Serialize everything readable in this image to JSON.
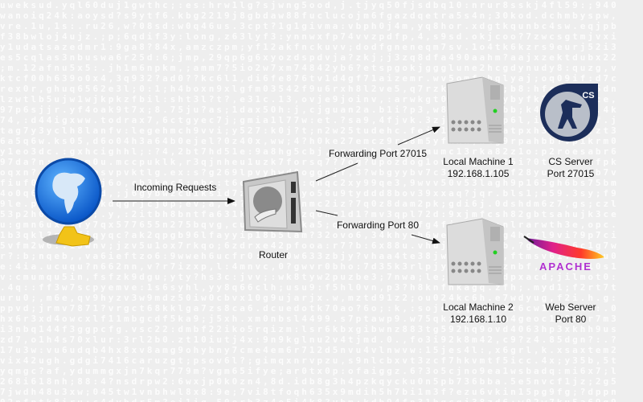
{
  "diagram": {
    "nodes": {
      "internet": {
        "icon": "globe-icon"
      },
      "router": {
        "label": "Router",
        "icon": "router-icon"
      },
      "machine1": {
        "name": "Local Machine 1",
        "ip": "192.168.1.105",
        "icon": "server-icon"
      },
      "machine2": {
        "name": "Local Machine 2",
        "ip": "192.168.1.10",
        "icon": "server-icon"
      },
      "cs_server": {
        "name": "CS Server",
        "port": "Port 27015",
        "icon": "counter-strike-logo"
      },
      "web_server": {
        "name": "Web Server",
        "port": "Port 80",
        "icon": "apache-logo",
        "logo_text": "APACHE"
      }
    },
    "edges": [
      {
        "from": "internet",
        "to": "router",
        "label": "Incoming Requests"
      },
      {
        "from": "router",
        "to": "machine1",
        "label": "Forwarding Port 27015"
      },
      {
        "from": "router",
        "to": "machine2",
        "label": "Forwarding Port 80"
      }
    ],
    "cs_badge": "CS"
  }
}
